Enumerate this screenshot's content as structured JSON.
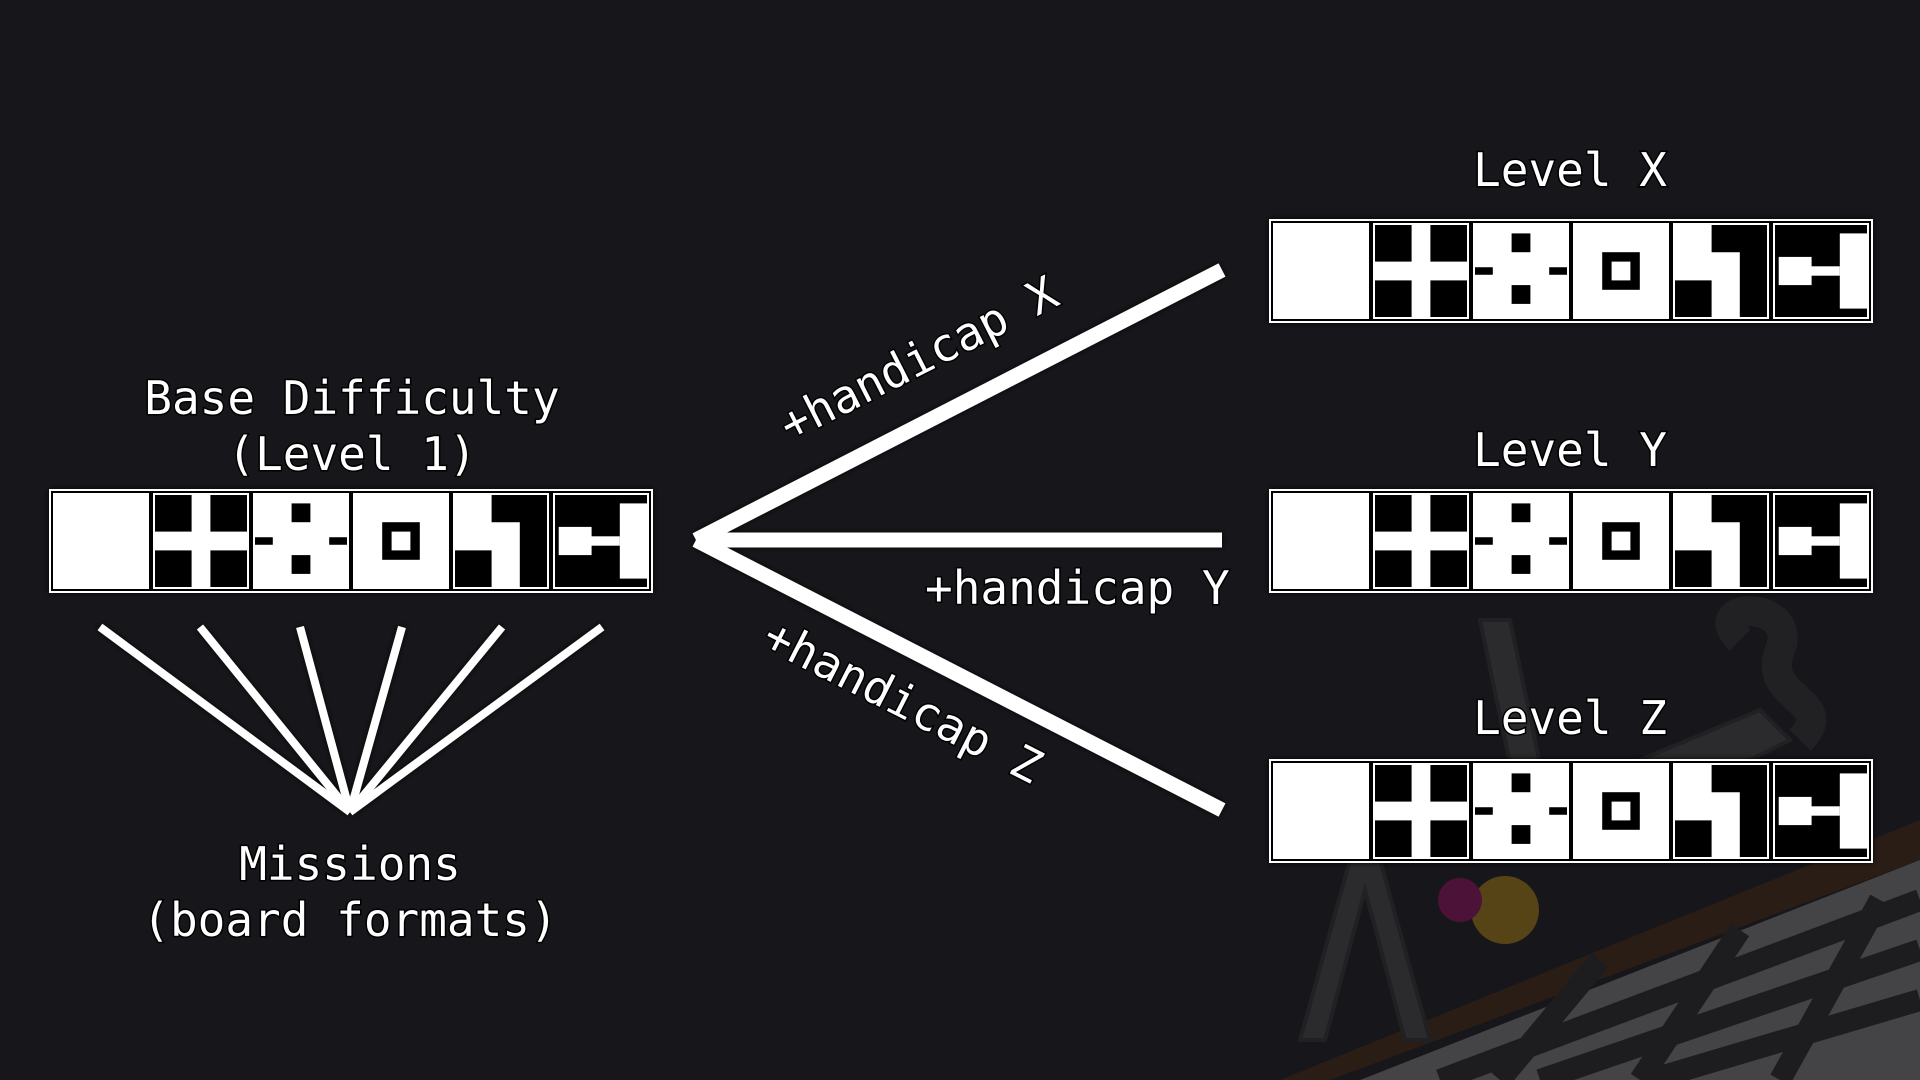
{
  "base": {
    "title_line1": "Base Difficulty",
    "title_line2": "(Level 1)"
  },
  "missions": {
    "line1": "Missions",
    "line2": "(board formats)"
  },
  "levels": [
    {
      "label": "Level X",
      "handicap": "+handicap X"
    },
    {
      "label": "Level Y",
      "handicap": "+handicap Y"
    },
    {
      "label": "Level Z",
      "handicap": "+handicap Z"
    }
  ],
  "tile_icons": [
    "blank-tile-icon",
    "cross-tile-icon",
    "eight-tile-icon",
    "square-ring-tile-icon",
    "step-tile-icon",
    "key-tile-icon"
  ],
  "colors": {
    "background": "#17161a",
    "foreground": "#ffffff",
    "tile_dark": "#000000"
  }
}
